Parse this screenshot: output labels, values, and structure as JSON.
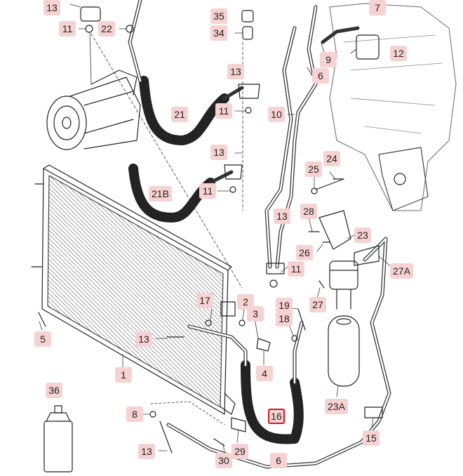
{
  "diagram": {
    "callouts": [
      {
        "id": "c13a",
        "label": "13"
      },
      {
        "id": "c7",
        "label": "7"
      },
      {
        "id": "c35",
        "label": "35"
      },
      {
        "id": "c11a",
        "label": "11"
      },
      {
        "id": "c22",
        "label": "22"
      },
      {
        "id": "c34",
        "label": "34"
      },
      {
        "id": "c12",
        "label": "12"
      },
      {
        "id": "c9",
        "label": "9"
      },
      {
        "id": "c13b",
        "label": "13"
      },
      {
        "id": "c6a",
        "label": "6"
      },
      {
        "id": "c10",
        "label": "10"
      },
      {
        "id": "c11b",
        "label": "11"
      },
      {
        "id": "c21",
        "label": "21"
      },
      {
        "id": "c13c",
        "label": "13"
      },
      {
        "id": "c25",
        "label": "25"
      },
      {
        "id": "c24",
        "label": "24"
      },
      {
        "id": "c11c",
        "label": "11"
      },
      {
        "id": "c21b",
        "label": "21B"
      },
      {
        "id": "c28",
        "label": "28"
      },
      {
        "id": "c13d",
        "label": "13"
      },
      {
        "id": "c23",
        "label": "23"
      },
      {
        "id": "c26",
        "label": "26"
      },
      {
        "id": "c27a",
        "label": "27A"
      },
      {
        "id": "c11d",
        "label": "11"
      },
      {
        "id": "c17",
        "label": "17"
      },
      {
        "id": "c2",
        "label": "2"
      },
      {
        "id": "c19",
        "label": "19"
      },
      {
        "id": "c27",
        "label": "27"
      },
      {
        "id": "c3",
        "label": "3"
      },
      {
        "id": "c18",
        "label": "18"
      },
      {
        "id": "c5",
        "label": "5"
      },
      {
        "id": "c13e",
        "label": "13"
      },
      {
        "id": "c1",
        "label": "1"
      },
      {
        "id": "c4",
        "label": "4"
      },
      {
        "id": "c36",
        "label": "36"
      },
      {
        "id": "c23a",
        "label": "23A"
      },
      {
        "id": "c8",
        "label": "8"
      },
      {
        "id": "c16",
        "label": "16"
      },
      {
        "id": "c15",
        "label": "15"
      },
      {
        "id": "c13f",
        "label": "13"
      },
      {
        "id": "c29",
        "label": "29"
      },
      {
        "id": "c30",
        "label": "30"
      },
      {
        "id": "c6b",
        "label": "6"
      }
    ],
    "selected": "c16"
  }
}
